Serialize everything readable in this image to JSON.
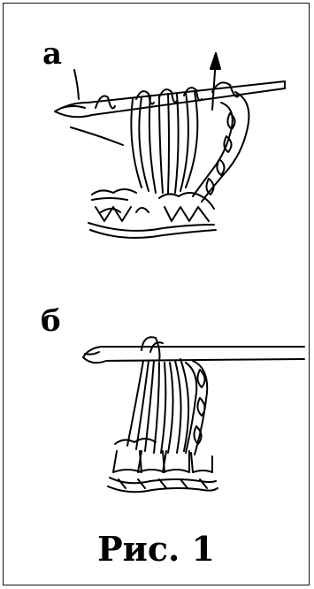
{
  "figure": {
    "panel_a_label": "а",
    "panel_b_label": "б",
    "caption": "Рис. 1"
  },
  "colors": {
    "ink": "#000000",
    "paper": "#ffffff"
  },
  "icons": [
    "crochet-hook-icon",
    "arrow-up-icon"
  ]
}
